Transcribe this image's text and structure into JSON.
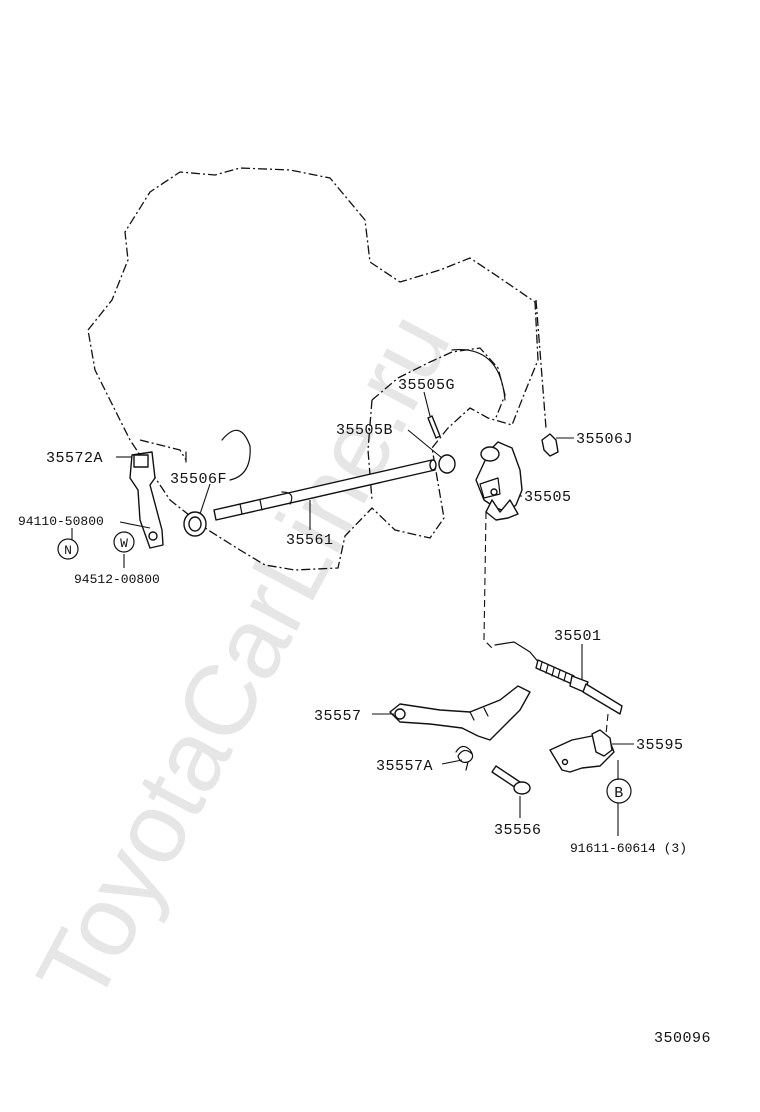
{
  "watermark": "ToyotaCarLine.ru",
  "diagram_code": "350096",
  "parts": [
    {
      "id": "p35505G",
      "label": "35505G"
    },
    {
      "id": "p35505B",
      "label": "35505B"
    },
    {
      "id": "p35506J",
      "label": "35506J"
    },
    {
      "id": "p35572A",
      "label": "35572A"
    },
    {
      "id": "p35506F",
      "label": "35506F"
    },
    {
      "id": "p35505",
      "label": "35505"
    },
    {
      "id": "p94110",
      "label": "94110-50800"
    },
    {
      "id": "p35561",
      "label": "35561"
    },
    {
      "id": "p94512",
      "label": "94512-00800"
    },
    {
      "id": "p35501",
      "label": "35501"
    },
    {
      "id": "p35557",
      "label": "35557"
    },
    {
      "id": "p35595",
      "label": "35595"
    },
    {
      "id": "p35557A",
      "label": "35557A"
    },
    {
      "id": "p35556",
      "label": "35556"
    },
    {
      "id": "p91611",
      "label": "91611-60614 (3)"
    }
  ],
  "symbols": {
    "n": "N",
    "w": "W",
    "b": "B"
  }
}
